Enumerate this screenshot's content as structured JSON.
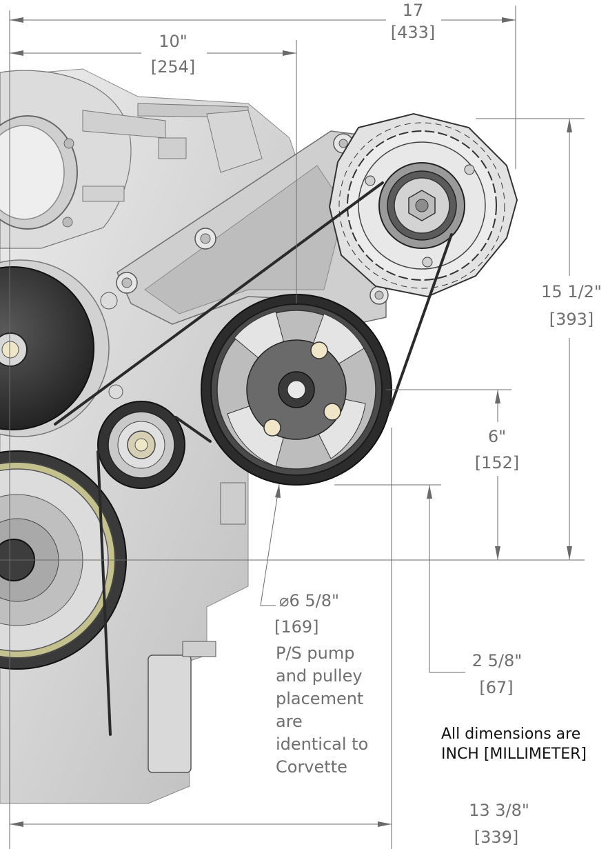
{
  "drawing": {
    "dimensions": {
      "overall_width": {
        "value": "17",
        "metric": "[433]"
      },
      "to_pump_center": {
        "value": "10\"",
        "metric": "[254]"
      },
      "height_to_alternator": {
        "value": "15 1/2\"",
        "metric": "[393]"
      },
      "pump_center_height": {
        "value": "6\"",
        "metric": "[152]"
      },
      "pulley_diameter": {
        "value": "⌀6 5/8\"",
        "metric": "[169]"
      },
      "crank_offset": {
        "value": "2 5/8\"",
        "metric": "[67]"
      },
      "bottom_width": {
        "value": "13 3/8\"",
        "metric": "[339]"
      }
    },
    "ps_note": [
      "P/S pump",
      "and pulley",
      "placement",
      "are",
      "identical to",
      "Corvette"
    ],
    "units_note": [
      "All dimensions are",
      "INCH [MILLIMETER]"
    ],
    "colors": {
      "dimension_text": "#6f6f6f",
      "note_text": "#111111",
      "metal_light": "#d9d9d9",
      "metal_mid": "#b5b5b5",
      "pulley_dark": "#3c3c3c",
      "belt": "#2a2a2a"
    }
  }
}
